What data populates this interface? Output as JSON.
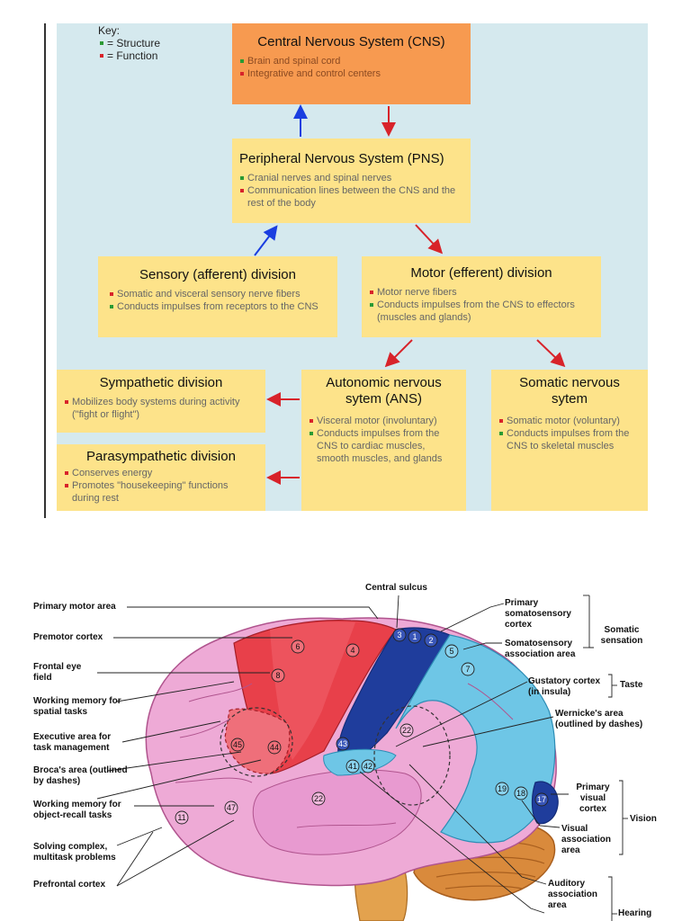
{
  "key": {
    "title": "Key:",
    "structure": "= Structure",
    "function": "= Function"
  },
  "colors": {
    "panel": "#d5e9ee",
    "box": "#fde38a",
    "cns_box": "#f79a50",
    "structure_bullet": "#2a9a33",
    "function_bullet": "#d8232a",
    "arrow_up": "#1a3ee0",
    "arrow_down": "#d8232a"
  },
  "boxes": {
    "cns": {
      "title": "Central Nervous System (CNS)",
      "items": [
        "Brain and spinal cord",
        "Integrative and control centers"
      ]
    },
    "pns": {
      "title": "Peripheral Nervous System (PNS)",
      "items": [
        "Cranial nerves and spinal nerves",
        "Communication lines between the CNS and the rest of the body"
      ]
    },
    "sensory": {
      "title": "Sensory (afferent) division",
      "items": [
        "Somatic and visceral sensory nerve fibers",
        "Conducts impulses from receptors to the CNS"
      ]
    },
    "motor": {
      "title": "Motor (efferent) division",
      "items": [
        "Motor nerve fibers",
        "Conducts impulses from the CNS to effectors (muscles and glands)"
      ]
    },
    "sympathetic": {
      "title": "Sympathetic division",
      "items": [
        "Mobilizes body systems during activity (\"fight or flight\")"
      ]
    },
    "parasympathetic": {
      "title": "Parasympathetic division",
      "items": [
        "Conserves energy",
        "Promotes \"housekeeping\" functions during rest"
      ]
    },
    "ans": {
      "title": "Autonomic nervous sytem (ANS)",
      "items": [
        "Visceral motor (involuntary)",
        "Conducts impulses from the CNS to cardiac muscles, smooth muscles, and glands"
      ]
    },
    "somatic": {
      "title": "Somatic nervous sytem",
      "items": [
        "Somatic motor (voluntary)",
        "Conducts impulses from the CNS to skeletal muscles"
      ]
    }
  },
  "brain": {
    "labels": {
      "central_sulcus": "Central sulcus",
      "primary_motor": "Primary motor area",
      "premotor": "Premotor cortex",
      "frontal_eye": "Frontal eye field",
      "working_spatial": "Working memory for spatial tasks",
      "executive": "Executive area for task management",
      "broca": "Broca's area (outlined by dashes)",
      "working_object": "Working memory for object-recall tasks",
      "solving": "Solving complex, multitask problems",
      "prefrontal": "Prefrontal cortex",
      "primary_somato": "Primary somatosensory cortex",
      "somato_assoc": "Somatosensory association area",
      "somatic_sensation": "Somatic sensation",
      "gustatory": "Gustatory cortex (in insula)",
      "taste": "Taste",
      "wernicke": "Wernicke's area (outlined by dashes)",
      "primary_visual": "Primary visual cortex",
      "visual_assoc": "Visual association area",
      "vision": "Vision",
      "auditory_assoc": "Auditory association area",
      "hearing": "Hearing"
    },
    "areas": [
      "6",
      "4",
      "3",
      "1",
      "2",
      "5",
      "7",
      "8",
      "45",
      "44",
      "43",
      "22",
      "41",
      "42",
      "19",
      "18",
      "17",
      "47",
      "11",
      "22"
    ]
  }
}
